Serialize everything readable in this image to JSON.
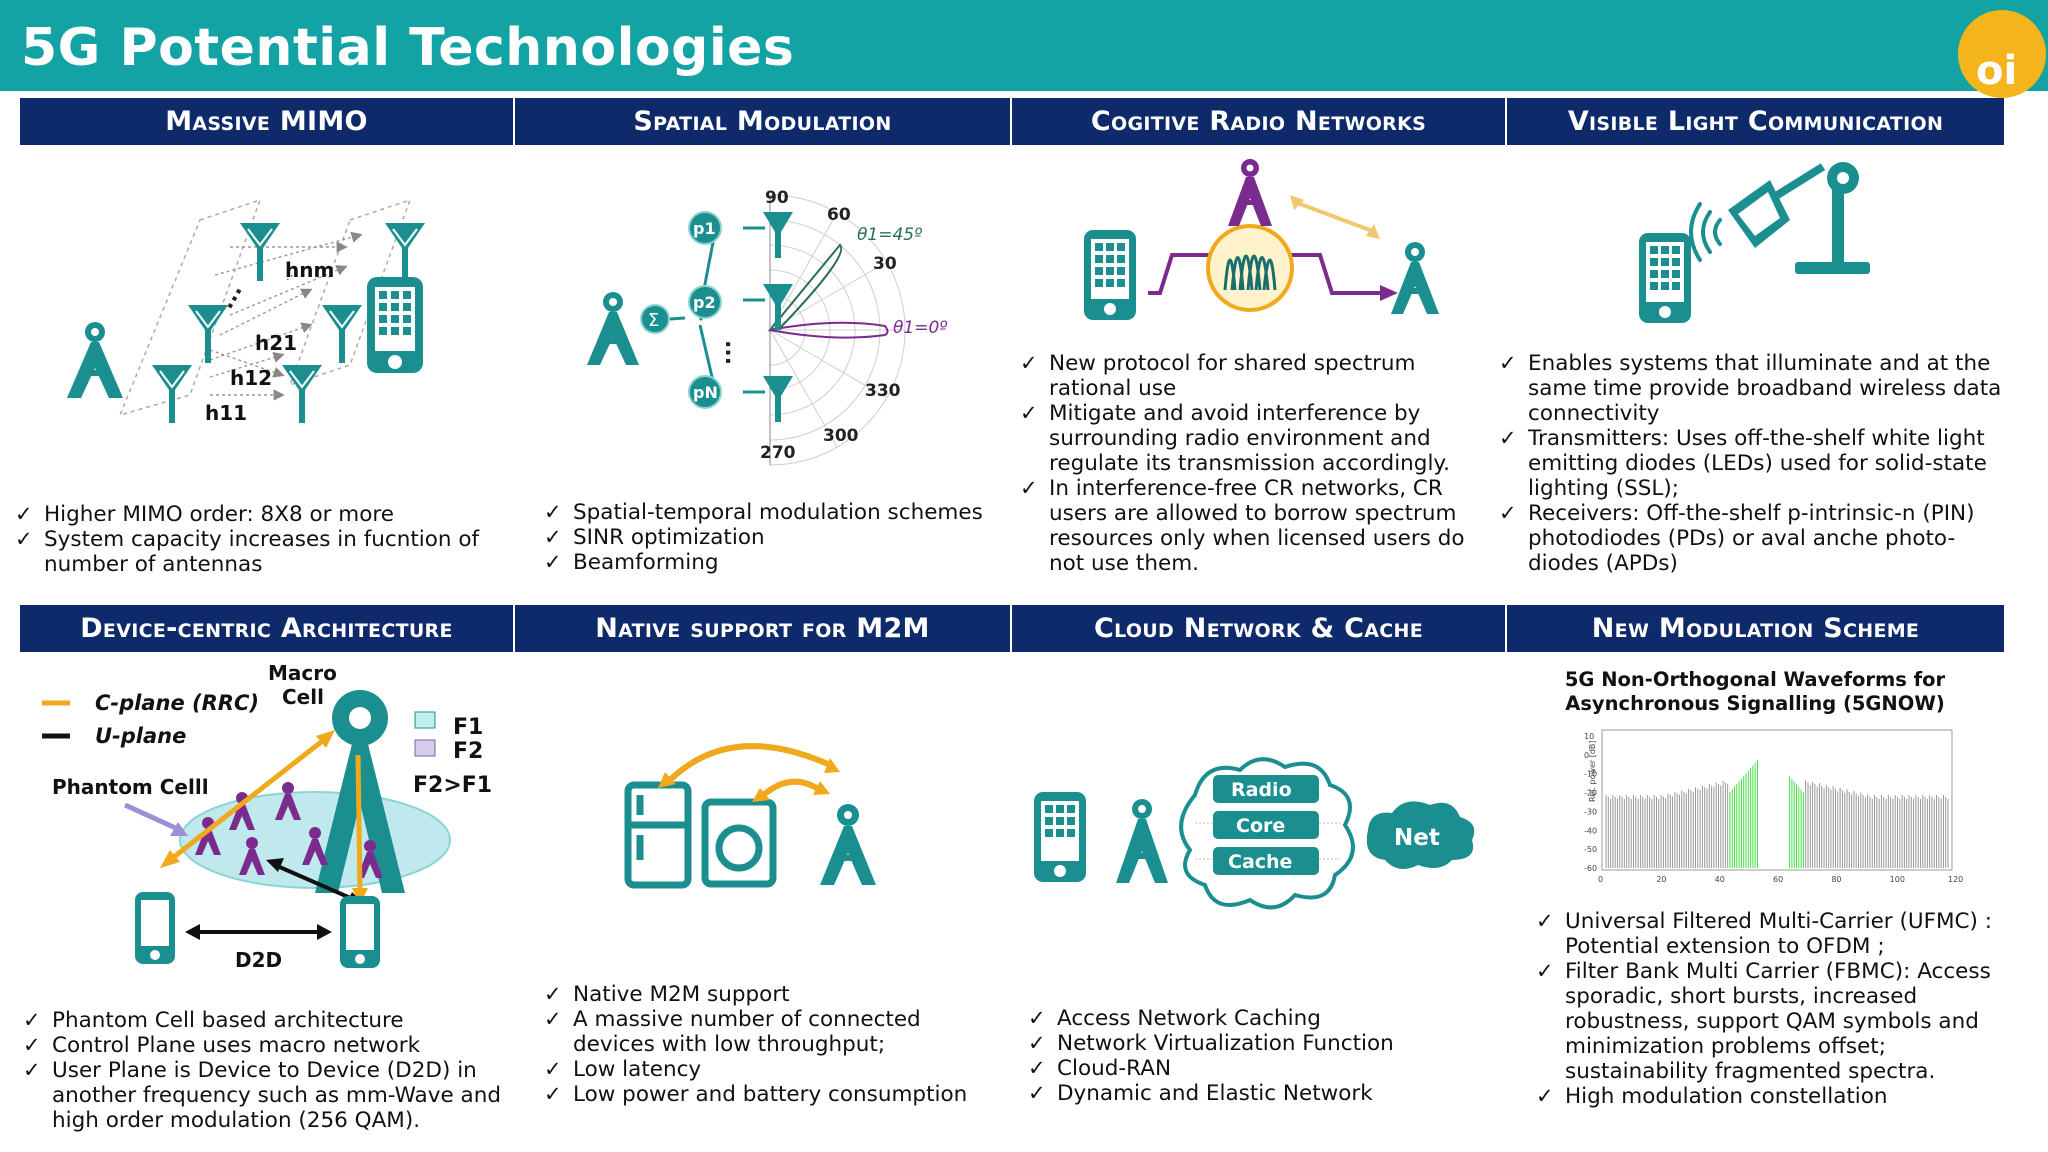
{
  "title": "5G Potential Technologies",
  "logo_text": "oi",
  "colors": {
    "title_bar": "#13a3a5",
    "header": "#0f2a6b",
    "teal": "#1b8f8f",
    "purple": "#7b2a8e",
    "orange": "#f0a81c",
    "logo": "#f3b51b"
  },
  "sections": [
    {
      "header": "Massive MIMO",
      "figure": {
        "labels": [
          "hnm",
          "h21",
          "h12",
          "h11"
        ]
      },
      "bullets": [
        "Higher MIMO order: 8X8 or more",
        "System capacity increases in fucntion of number of antennas"
      ]
    },
    {
      "header": "Spatial Modulation",
      "figure": {
        "nodes": [
          "p1",
          "p2",
          "pN"
        ],
        "sum": "Σ",
        "angles": [
          "90",
          "60",
          "30",
          "330",
          "300",
          "270"
        ],
        "theta1": "θ1=45º",
        "theta2": "θ1=0º"
      },
      "bullets": [
        "Spatial-temporal modulation schemes",
        "SINR optimization",
        "Beamforming"
      ]
    },
    {
      "header": "Cogitive Radio Networks",
      "bullets": [
        "New protocol for shared spectrum rational use",
        "Mitigate and avoid interference by surrounding radio environment and regulate its transmission accordingly.",
        "In interference-free CR networks, CR users are allowed to borrow spectrum resources only when licensed users do not use them."
      ]
    },
    {
      "header": "Visible Light Communication",
      "bullets": [
        "Enables systems that illuminate and at the same time provide broadband wireless data connectivity",
        "Transmitters: Uses off-the-shelf white light emitting diodes (LEDs) used for solid-state lighting (SSL);",
        "Receivers: Off-the-shelf p-intrinsic-n (PIN) photodiodes (PDs) or aval anche photo-diodes (APDs)"
      ]
    },
    {
      "header": "Device-centric Architecture",
      "figure": {
        "cplane": "C-plane (RRC)",
        "uplane": "U-plane",
        "macro": "Macro Cell",
        "f1": "F1",
        "f2": "F2",
        "f2f1": "F2>F1",
        "phantom": "Phantom Celll",
        "d2d": "D2D"
      },
      "bullets": [
        "Phantom Cell based architecture",
        "Control Plane uses macro network",
        "User Plane is Device to Device (D2D) in another frequency such as mm-Wave and high order modulation (256 QAM)."
      ]
    },
    {
      "header": "Native support for M2M",
      "bullets": [
        "Native M2M support",
        "A massive number of connected devices with low throughput;",
        "Low latency",
        "Low power and battery consumption"
      ]
    },
    {
      "header": "Cloud Network & Cache",
      "figure": {
        "radio": "Radio",
        "core": "Core",
        "cache": "Cache",
        "net": "Net"
      },
      "bullets": [
        "Access Network Caching",
        "Network Virtualization Function",
        "Cloud-RAN",
        "Dynamic and Elastic Network"
      ]
    },
    {
      "header": "New Modulation Scheme",
      "figure": {
        "title": "5G Non-Orthogonal Waveforms for Asynchronous Signalling (5GNOW)",
        "ylabel": "Rel. power [dB]",
        "yticks": [
          "10",
          "0",
          "-10",
          "-20",
          "-30",
          "-40",
          "-50",
          "-60"
        ],
        "xticks": [
          "0",
          "20",
          "40",
          "60",
          "80",
          "100",
          "120"
        ]
      },
      "bullets": [
        "Universal Filtered Multi-Carrier (UFMC) : Potential extension to OFDM ;",
        " Filter Bank Multi Carrier (FBMC): Access sporadic, short bursts, increased robustness, support QAM symbols and minimization problems offset; sustainability fragmented spectra.",
        "High modulation constellation"
      ]
    }
  ]
}
